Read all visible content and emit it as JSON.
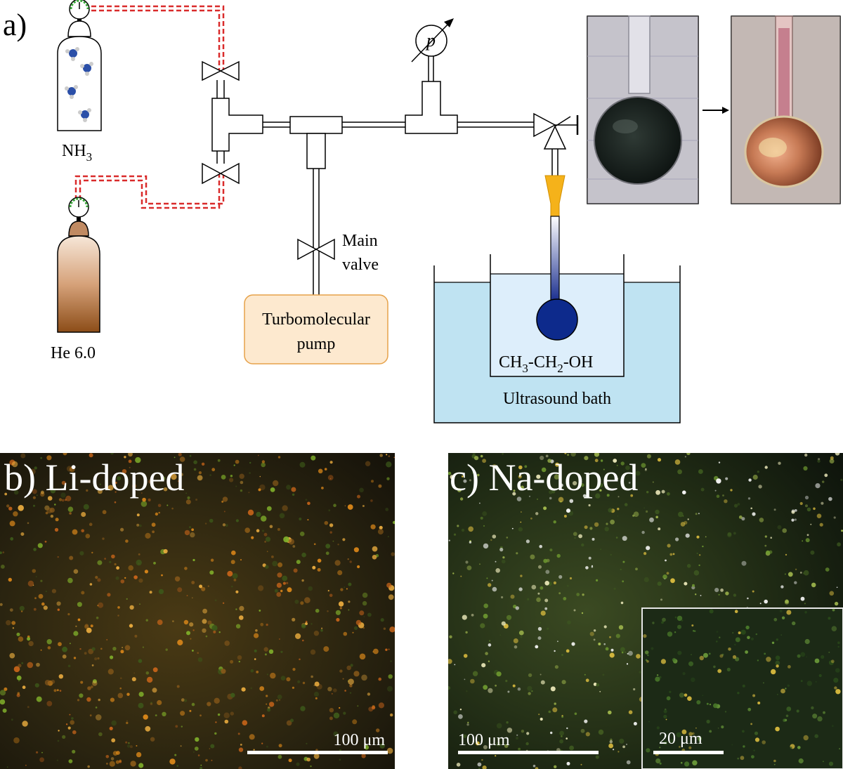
{
  "panel_a": {
    "label": "a)",
    "cylinder_nh3_label": "NH",
    "cylinder_nh3_sub": "3",
    "cylinder_he_label": "He 6.0",
    "pressure_symbol": "p",
    "main_valve_line1": "Main",
    "main_valve_line2": "valve",
    "pump_line1": "Turbomolecular",
    "pump_line2": "pump",
    "ethanol_parts": [
      "CH",
      "3",
      "-CH",
      "2",
      "-OH"
    ],
    "bath_label": "Ultrasound bath"
  },
  "panel_b": {
    "label": "b) Li-doped",
    "scale_bar": "100 μm"
  },
  "panel_c": {
    "label": "c) Na-doped",
    "scale_bar": "100 μm",
    "inset_scale_bar": "20 μm"
  },
  "colors": {
    "gas_line": "#d92b2b",
    "pump_fill": "#fde9cf",
    "pump_border": "#e6a24a",
    "bath_water": "#bfe3f2",
    "inner_beaker": "#ddeefb",
    "thermometer_bulb": "#0d2a8c",
    "funnel": "#f5b21a",
    "he_cylinder_top": "#f3ddc8",
    "he_cylinder_bottom": "#9a5a22"
  }
}
